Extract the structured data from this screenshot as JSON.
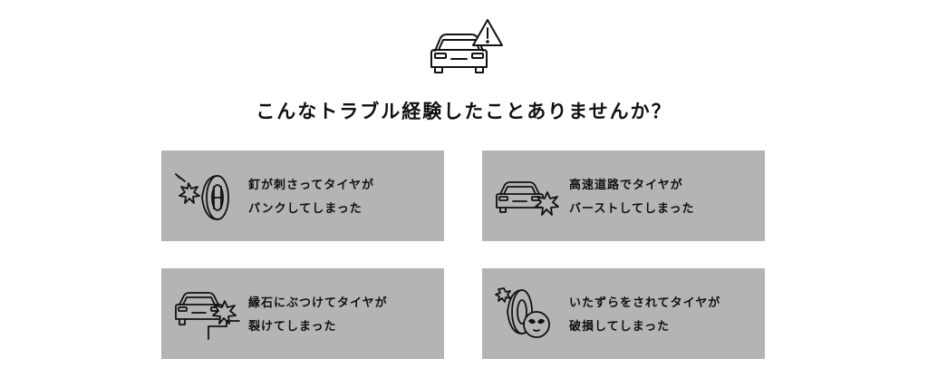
{
  "header": {
    "icon": "car-warning-icon",
    "title": "こんなトラブル経験したことありませんか？"
  },
  "cards": [
    {
      "icon": "tire-nail-icon",
      "line1": "釘が刺さってタイヤが",
      "line2": "パンクしてしまった"
    },
    {
      "icon": "car-burst-icon",
      "line1": "高速道路でタイヤが",
      "line2": "バーストしてしまった"
    },
    {
      "icon": "car-curb-icon",
      "line1": "縁石にぶつけてタイヤが",
      "line2": "裂けてしまった"
    },
    {
      "icon": "tire-vandal-icon",
      "line1": "いたずらをされてタイヤが",
      "line2": "破損してしまった"
    }
  ],
  "colors": {
    "card_background": "#b4b4b4",
    "text": "#111111",
    "page_background": "#ffffff"
  }
}
